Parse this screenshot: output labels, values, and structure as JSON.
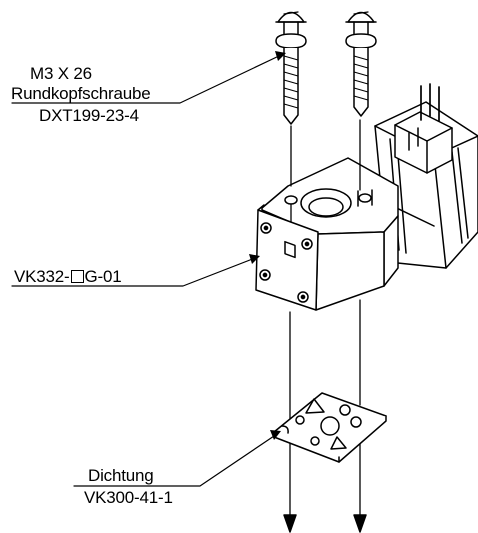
{
  "callouts": {
    "screw": {
      "size": "M3 X 26",
      "name": "Rundkopfschraube",
      "part_no": "DXT199-23-4"
    },
    "valve": {
      "part_prefix": "VK332-",
      "part_suffix": "G-01"
    },
    "gasket": {
      "name": "Dichtung",
      "part_no": "VK300-41-1"
    }
  }
}
